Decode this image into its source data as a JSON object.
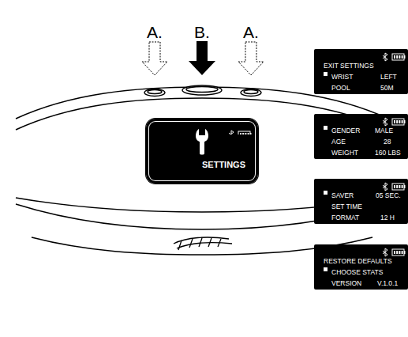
{
  "diagram": {
    "nodes": [
      {
        "text": [
          "SETTINGS"
        ]
      },
      {
        "text": [
          "EXIT SETTINGS",
          "WRIST",
          "LEFT",
          "POOL",
          "50M"
        ]
      },
      {
        "text": [
          "GENDER",
          "MALE",
          "AGE",
          "28",
          "WEIGHT",
          "160 LBS"
        ]
      },
      {
        "text": [
          "SAVER",
          "05 SEC.",
          "SET TIME",
          "FORMAT",
          "12 H"
        ]
      },
      {
        "text": [
          "RESTORE DEFAULTS",
          "CHOOSE STATS",
          "VERSION",
          "V.1.0.1"
        ]
      }
    ],
    "labels": [
      "A.",
      "B.",
      "A."
    ]
  }
}
